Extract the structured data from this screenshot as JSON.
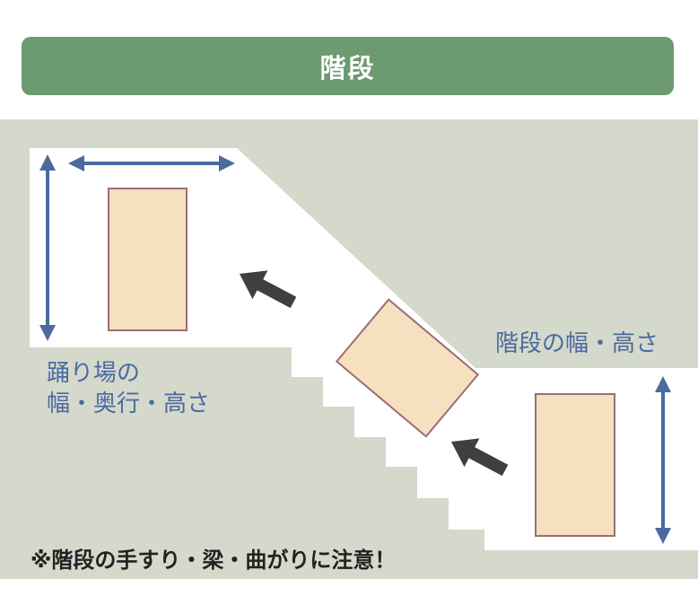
{
  "title": "階段",
  "labels": {
    "landing_line1": "踊り場の",
    "landing_line2": "幅・奥行・高さ",
    "stairs": "階段の幅・高さ",
    "note": "※階段の手すり・梁・曲がりに注意！"
  },
  "colors": {
    "header": "#6d9b70",
    "wall": "#d5d9cc",
    "arrow_blue": "#4a6aa0",
    "box_fill": "#f6e0bf",
    "box_stroke": "#9b6e78",
    "move_arrow": "#3f3f3f"
  }
}
